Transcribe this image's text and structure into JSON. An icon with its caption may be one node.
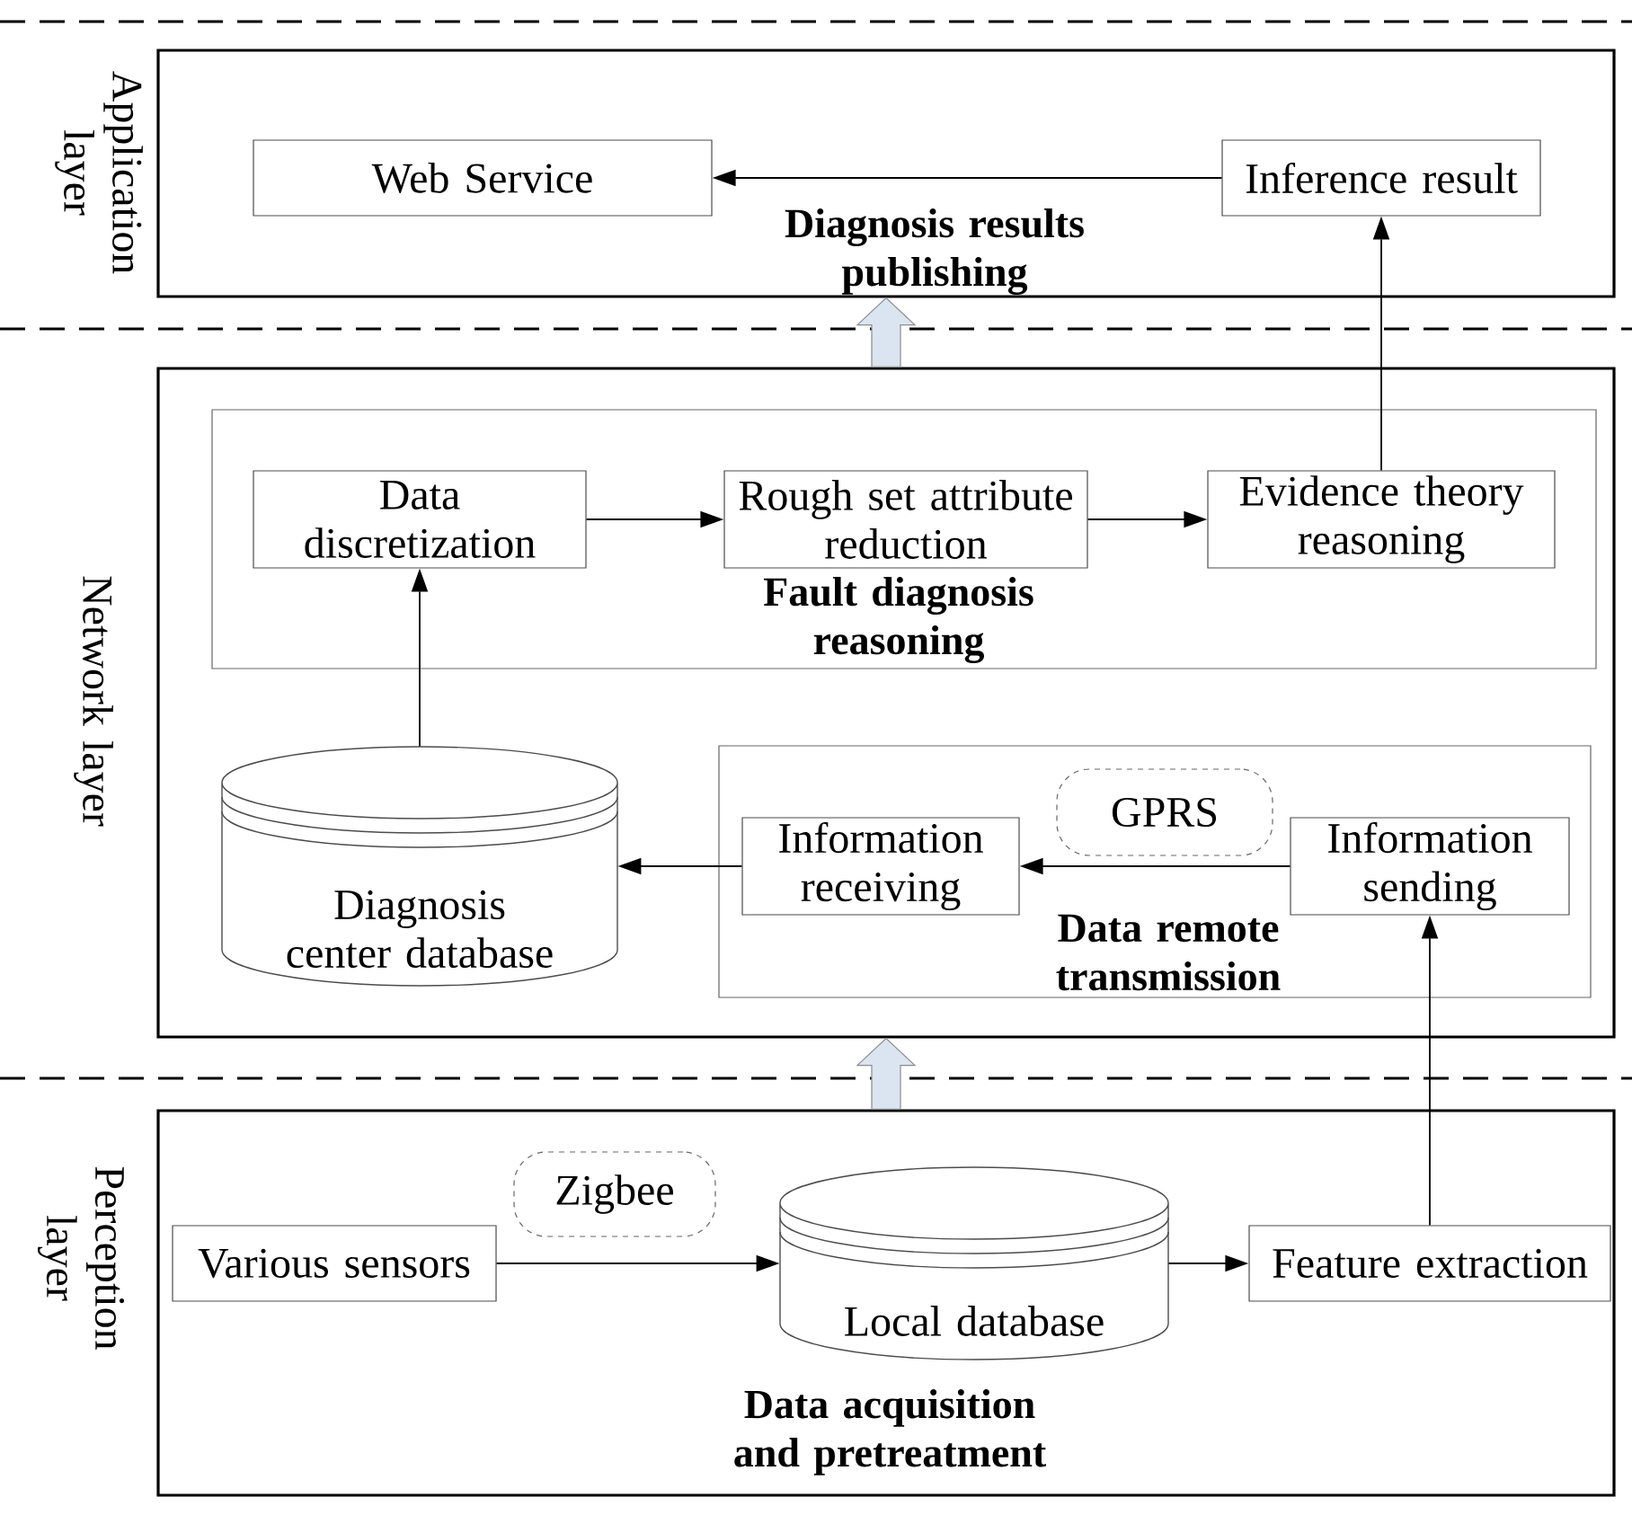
{
  "diagram": {
    "nodes": [
      {
        "text": [
          "Application layer",
          "Diagnosis results publishing"
        ]
      },
      {
        "text": [
          "Web Service"
        ],
        "in": 0
      },
      {
        "text": [
          "Inference result"
        ],
        "in": 0
      },
      {
        "text": [
          "Network layer"
        ]
      },
      {
        "text": [
          "Fault diagnosis reasoning"
        ],
        "in": 3
      },
      {
        "text": [
          "Data discretization"
        ],
        "in": 4
      },
      {
        "text": [
          "Rough set attribute reduction"
        ],
        "in": 4
      },
      {
        "text": [
          "Evidence theory reasoning"
        ],
        "in": 4
      },
      {
        "text": [
          "Diagnosis center database"
        ],
        "in": 3
      },
      {
        "text": [
          "Data remote transmission"
        ],
        "in": 3
      },
      {
        "text": [
          "Information receiving"
        ],
        "in": 9
      },
      {
        "text": [
          "GPRS"
        ],
        "in": 9
      },
      {
        "text": [
          "Information sending"
        ],
        "in": 9
      },
      {
        "text": [
          "Perception layer",
          "Data acquisition and pretreatment"
        ]
      },
      {
        "text": [
          "Various sensors"
        ],
        "in": 13
      },
      {
        "text": [
          "Zigbee"
        ],
        "in": 13
      },
      {
        "text": [
          "Local database"
        ],
        "in": 13
      },
      {
        "text": [
          "Feature extraction"
        ],
        "in": 13
      }
    ],
    "edges": [
      {
        "from": 2,
        "to": 1,
        "arrow": "to"
      },
      {
        "from": 7,
        "to": 2,
        "arrow": "to"
      },
      {
        "from": 5,
        "to": 6,
        "arrow": "to"
      },
      {
        "from": 6,
        "to": 7,
        "arrow": "to"
      },
      {
        "from": 8,
        "to": 5,
        "arrow": "to"
      },
      {
        "from": 12,
        "to": 10,
        "arrow": "to"
      },
      {
        "from": 10,
        "to": 8,
        "arrow": "to"
      },
      {
        "from": 14,
        "to": 16,
        "arrow": "to"
      },
      {
        "from": 16,
        "to": 17,
        "arrow": "to"
      },
      {
        "from": 17,
        "to": 12,
        "arrow": "to"
      },
      {
        "from": 3,
        "to": 0,
        "arrow": "to",
        "style": "thick",
        "color": "#dbe5f1"
      },
      {
        "from": 13,
        "to": 3,
        "arrow": "to",
        "style": "thick",
        "color": "#dbe5f1"
      }
    ]
  }
}
